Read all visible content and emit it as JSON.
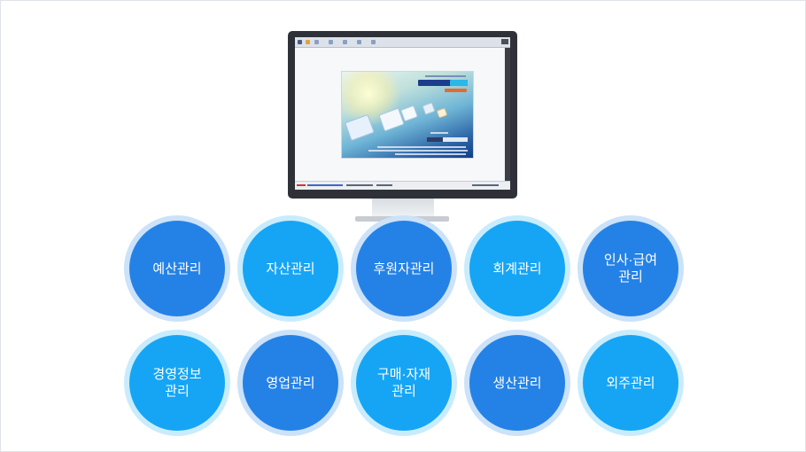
{
  "modules": [
    {
      "id": "budget",
      "label": "예산관리",
      "tone": "dark"
    },
    {
      "id": "asset",
      "label": "자산관리",
      "tone": "light"
    },
    {
      "id": "donor",
      "label": "후원자관리",
      "tone": "dark"
    },
    {
      "id": "accounting",
      "label": "회계관리",
      "tone": "light"
    },
    {
      "id": "hr-payroll",
      "label": "인사·급여\n관리",
      "tone": "dark"
    },
    {
      "id": "management-info",
      "label": "경영정보\n관리",
      "tone": "light"
    },
    {
      "id": "sales",
      "label": "영업관리",
      "tone": "dark"
    },
    {
      "id": "purchase-material",
      "label": "구매·자재\n관리",
      "tone": "light"
    },
    {
      "id": "production",
      "label": "생산관리",
      "tone": "dark"
    },
    {
      "id": "outsourcing",
      "label": "외주관리",
      "tone": "light"
    }
  ],
  "colors": {
    "dark_fill": "#2482e6",
    "light_fill": "#16a5f5",
    "monitor_bezel": "#2e3238"
  }
}
